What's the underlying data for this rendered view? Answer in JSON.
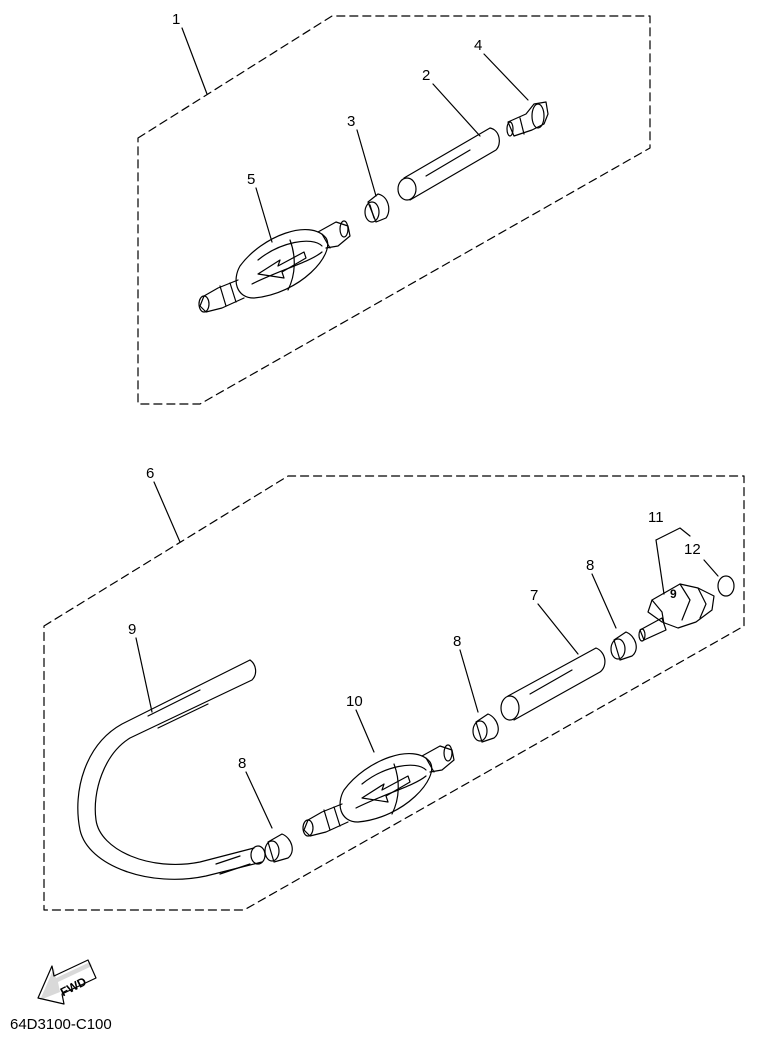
{
  "callouts": {
    "c1": "1",
    "c2": "2",
    "c3": "3",
    "c4": "4",
    "c5": "5",
    "c6": "6",
    "c7": "7",
    "c8a": "8",
    "c8b": "8",
    "c8c": "8",
    "c9": "9",
    "c10": "10",
    "c11": "11",
    "c12": "12"
  },
  "fwd_label": "FWD",
  "drawing_ref": "64D3100-C100",
  "colors": {
    "line": "#000000",
    "background": "#ffffff"
  },
  "icons": {
    "direction_arrow": "fwd-arrow-icon"
  }
}
